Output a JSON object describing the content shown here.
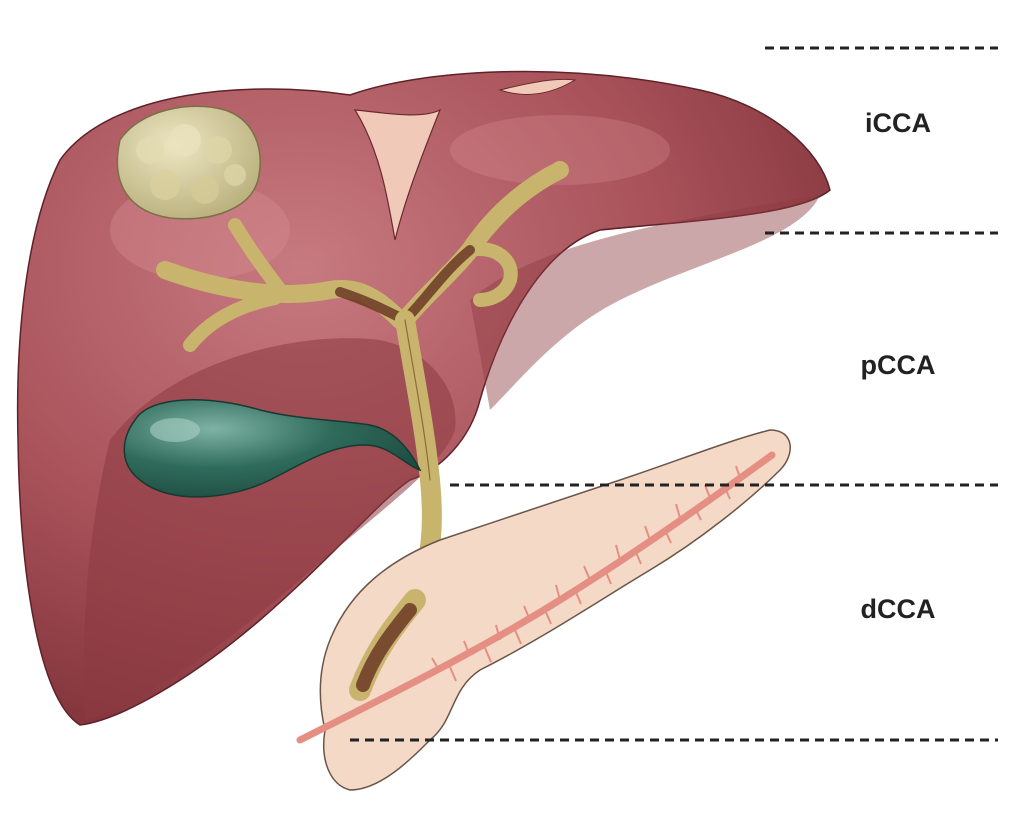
{
  "zones": [
    {
      "label": "iCCA"
    },
    {
      "label": "pCCA"
    },
    {
      "label": "dCCA"
    }
  ],
  "colors": {
    "liver": "#a9525a",
    "liver_shadow": "#7e3138",
    "liver_highlight": "#c97b80",
    "bile_duct": "#c9b46e",
    "bile_duct_dark": "#6b3a24",
    "tumor": "#cfc79a",
    "gallbladder": "#2f6b5c",
    "pancreas": "#f3d9c6",
    "pancreatic_duct": "#e58f84",
    "boundary_line": "#222222"
  },
  "icons": {
    "tumor": "tumor-mass-icon",
    "gallbladder": "gallbladder-icon"
  }
}
